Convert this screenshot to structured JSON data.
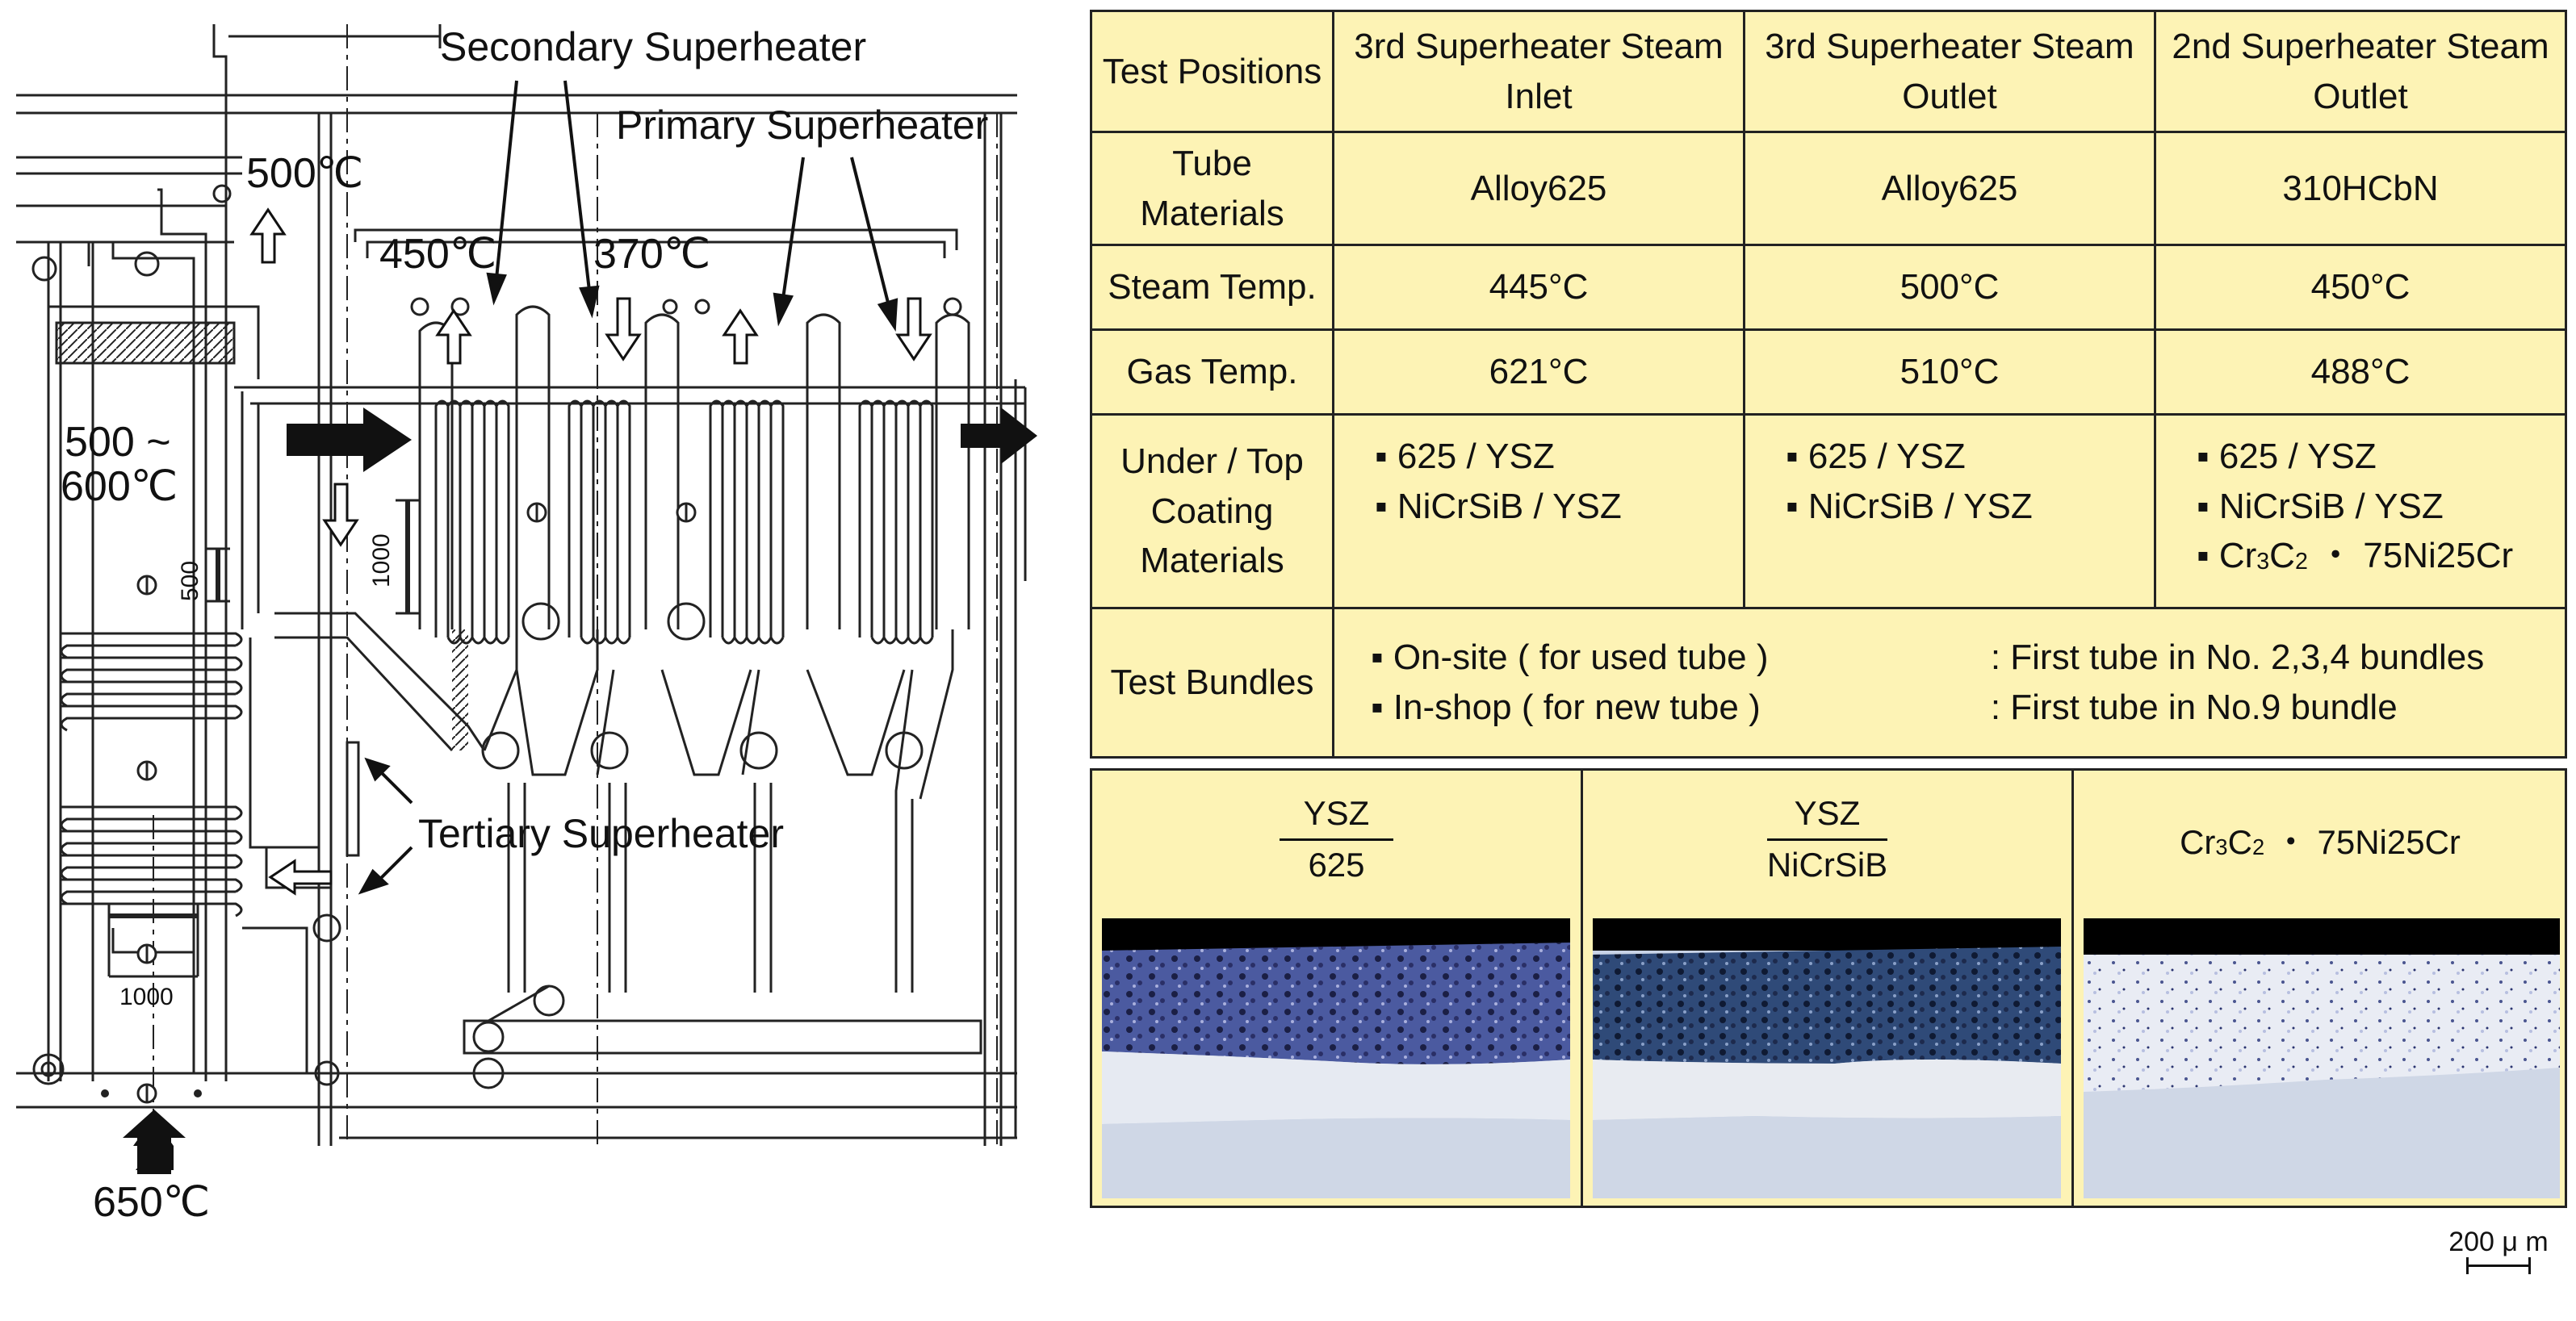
{
  "diagram": {
    "labels": {
      "secondary": "Secondary Superheater",
      "primary": "Primary Superheater",
      "tertiary": "Tertiary Superheater",
      "t500": "500℃",
      "t450": "450℃",
      "t370": "370℃",
      "t500_600_line1": "500 ~",
      "t500_600_line2": "600℃",
      "t650": "650℃",
      "dim_1000_a": "1000",
      "dim_500": "500",
      "dim_1000_b": "1000"
    }
  },
  "table": {
    "headers": [
      "Test Positions",
      "3rd Superheater Steam Inlet",
      "3rd Superheater Steam Outlet",
      "2nd Superheater Steam Outlet"
    ],
    "tube_materials": {
      "label": "Tube Materials",
      "values": [
        "Alloy625",
        "Alloy625",
        "310HCbN"
      ]
    },
    "steam_temp": {
      "label": "Steam Temp.",
      "values": [
        "445°C",
        "500°C",
        "450°C"
      ]
    },
    "gas_temp": {
      "label": "Gas Temp.",
      "values": [
        "621°C",
        "510°C",
        "488°C"
      ]
    },
    "coating": {
      "label": "Under / Top Coating Materials",
      "col1": [
        "625 / YSZ",
        "NiCrSiB / YSZ"
      ],
      "col2": [
        "625 / YSZ",
        "NiCrSiB / YSZ"
      ],
      "col3": [
        "625 / YSZ",
        "NiCrSiB / YSZ"
      ],
      "col3_cr_a": "Cr",
      "col3_cr_sub1": "3",
      "col3_cr_b": "C",
      "col3_cr_sub2": "2",
      "col3_cr_c": " ・ 75Ni25Cr"
    },
    "bundles": {
      "label": "Test Bundles",
      "rows": [
        {
          "a": "On-site ( for used tube )",
          "b": ": First tube in No. 2,3,4 bundles"
        },
        {
          "a": "In-shop ( for new tube )",
          "b": ": First tube in No.9 bundle"
        }
      ]
    }
  },
  "micrographs": {
    "col1": {
      "top": "YSZ",
      "bottom": "625"
    },
    "col2": {
      "top": "YSZ",
      "bottom": "NiCrSiB"
    },
    "col3": {
      "a": "Cr",
      "sub1": "3",
      "b": "C",
      "sub2": "2",
      "c": " ・ 75Ni25Cr"
    },
    "scale": "200 μ m"
  }
}
